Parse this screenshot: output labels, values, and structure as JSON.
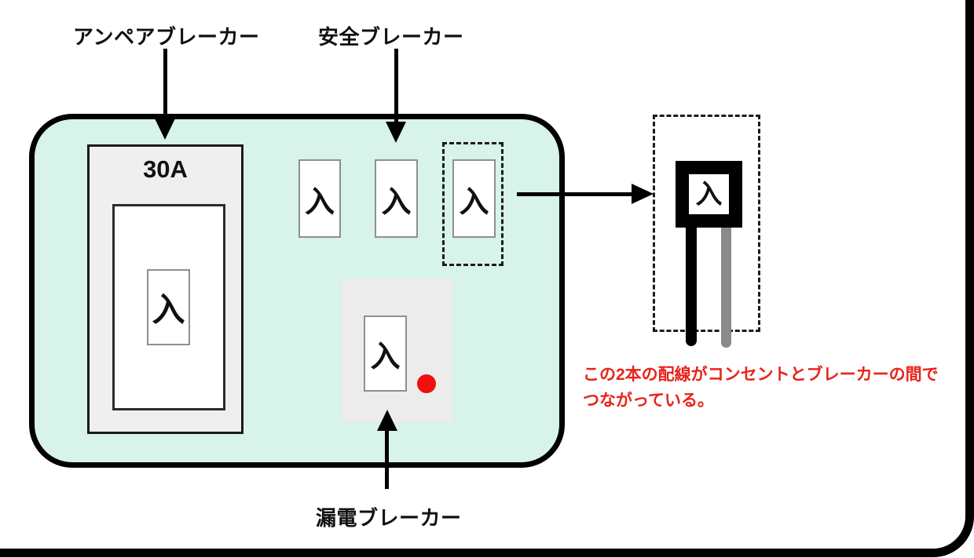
{
  "labels": {
    "ampere_breaker": "アンペアブレーカー",
    "safety_breaker": "安全ブレーカー",
    "leakage_breaker": "漏電ブレーカー"
  },
  "board": {
    "ampere_rating": "30A"
  },
  "glyphs": {
    "switch_on": "入"
  },
  "caption": {
    "line1": "この2本の配線がコンセントとブレーカーの間で",
    "line2": "つながっている。"
  },
  "colors": {
    "panel_fill": "#d7f3ea",
    "unit_fill": "#efefef",
    "leakage_fill": "#ececec",
    "wire_gray": "#8a8a8a",
    "indicator_red": "#f20f0f",
    "caption_red": "#e8231a"
  }
}
